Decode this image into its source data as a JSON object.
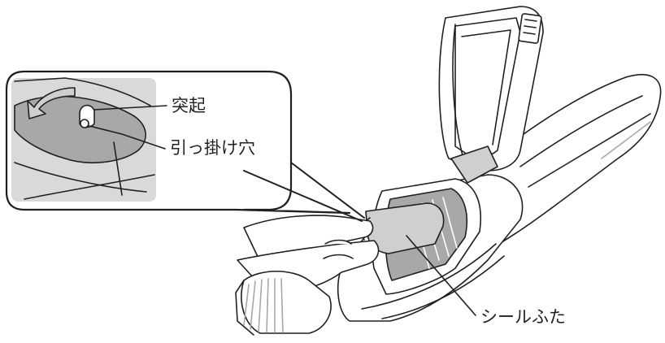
{
  "labels": {
    "protrusion": "突起",
    "hook_hole": "引っ掛け穴",
    "seal_lid": "シールふた"
  },
  "colors": {
    "line": "#231f20",
    "fill_light": "#ffffff",
    "shade": "#cfcfd0",
    "shade_dark": "#a7a8aa",
    "callout_bg": "#d9d9da"
  },
  "icons": {
    "rotate_arrow": "curved-arrow-icon"
  }
}
